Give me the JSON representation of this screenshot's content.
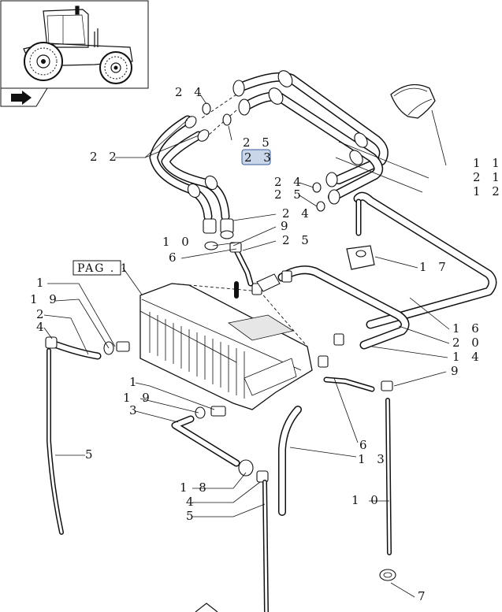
{
  "page_ref": {
    "text": "PAG . 1"
  },
  "highlighted_label": "2 3",
  "callouts": [
    {
      "id": "c24a",
      "text": "2 4"
    },
    {
      "id": "c25a",
      "text": "2 5"
    },
    {
      "id": "c23",
      "text": "2 3"
    },
    {
      "id": "c22",
      "text": "2 2"
    },
    {
      "id": "c24b",
      "text": "2 4"
    },
    {
      "id": "c25b",
      "text": "2 5"
    },
    {
      "id": "c24c",
      "text": "2 4"
    },
    {
      "id": "c9a",
      "text": "9"
    },
    {
      "id": "c25c",
      "text": "2 5"
    },
    {
      "id": "c10a",
      "text": "1 0"
    },
    {
      "id": "c6a",
      "text": "6"
    },
    {
      "id": "c11",
      "text": "1 1"
    },
    {
      "id": "c21",
      "text": "2 1"
    },
    {
      "id": "c12",
      "text": "1 2"
    },
    {
      "id": "c17",
      "text": "1 7"
    },
    {
      "id": "c16",
      "text": "1 6"
    },
    {
      "id": "c20",
      "text": "2 0"
    },
    {
      "id": "c14",
      "text": "1 4"
    },
    {
      "id": "c9b",
      "text": "9"
    },
    {
      "id": "c1a",
      "text": "1"
    },
    {
      "id": "c19a",
      "text": "1 9"
    },
    {
      "id": "c2",
      "text": "2"
    },
    {
      "id": "c4a",
      "text": "4"
    },
    {
      "id": "c5a",
      "text": "5"
    },
    {
      "id": "c1b",
      "text": "1"
    },
    {
      "id": "c19b",
      "text": "1 9"
    },
    {
      "id": "c3",
      "text": "3"
    },
    {
      "id": "c6b",
      "text": "6"
    },
    {
      "id": "c13",
      "text": "1 3"
    },
    {
      "id": "c18",
      "text": "1 8"
    },
    {
      "id": "c4b",
      "text": "4"
    },
    {
      "id": "c5b",
      "text": "5"
    },
    {
      "id": "c10b",
      "text": "1 0"
    },
    {
      "id": "c7",
      "text": "7"
    }
  ],
  "icons": {
    "thumbnail": "tractor-thumbnail-icon",
    "nav_arrow": "next-page-arrow-icon"
  },
  "colors": {
    "line": "#111111",
    "highlight_fill": "#c9d6ea",
    "highlight_stroke": "#3a5f9a"
  }
}
